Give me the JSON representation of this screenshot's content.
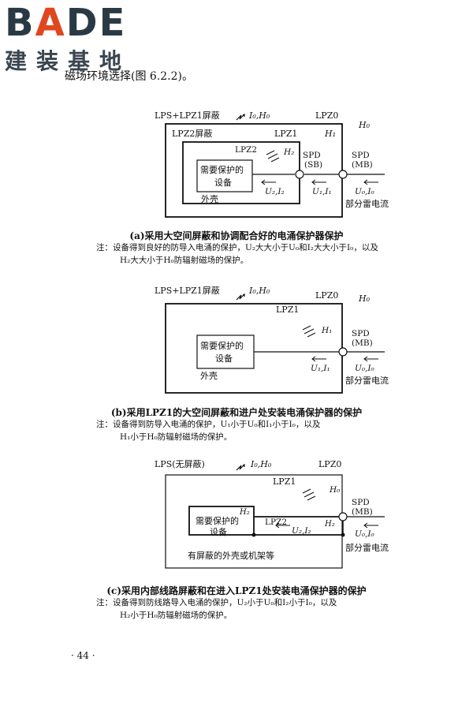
{
  "logo": {
    "word_pre": "B",
    "word_a": "A",
    "word_post": "DE",
    "sub": "建装基地"
  },
  "intro": "磁场环境选择(图 6.2.2)。",
  "fig_a": {
    "lps": "LPS+LPZ1屏蔽",
    "i0h0": "I₀,H₀",
    "lpz0": "LPZ0",
    "h0": "H₀",
    "lpz2_shield": "LPZ2屏蔽",
    "lpz1": "LPZ1",
    "h1": "H₁",
    "lpz2": "LPZ2",
    "h2": "H₂",
    "equip1": "需要保护的",
    "equip2": "设备",
    "spd_sb1": "SPD",
    "spd_sb2": "(SB)",
    "spd_mb1": "SPD",
    "spd_mb2": "(MB)",
    "u2i2": "U₂,I₂",
    "u1i1": "U₁,I₁",
    "u0i0": "U₀,I₀",
    "partial": "部分雷电流",
    "housing": "外壳",
    "caption": "(a)采用大空间屏蔽和协调配合好的电涌保护器保护",
    "note1": "注：设备得到良好的防导入电涌的保护，U₂大大小于U₀和I₂大大小于I₀，以及",
    "note2": "H₂大大小于H₀防辐射磁场的保护。"
  },
  "fig_b": {
    "lps": "LPS+LPZ1屏蔽",
    "i0h0": "I₀,H₀",
    "lpz0": "LPZ0",
    "h0": "H₀",
    "lpz1": "LPZ1",
    "h1": "H₁",
    "equip1": "需要保护的",
    "equip2": "设备",
    "spd1": "SPD",
    "spd2": "(MB)",
    "u1i1": "U₁,I₁",
    "u0i0": "U₀,I₀",
    "partial": "部分雷电流",
    "housing": "外壳",
    "caption": "(b)采用LPZ1的大空间屏蔽和进户处安装电涌保护器的保护",
    "note1": "注：设备得到防导入电涌的保护，U₁小于U₀和I₁小于I₀，以及",
    "note2": "H₁小于H₀防辐射磁场的保护。"
  },
  "fig_c": {
    "lps": "LPS(无屏蔽)",
    "i0h0": "I₀,H₀",
    "lpz0": "LPZ0",
    "lpz1": "LPZ1",
    "h0": "H₀",
    "h2a": "H₂",
    "equip1": "需要保护的",
    "equip2": "设备",
    "lpz2": "LPZ2",
    "h2b": "H₂",
    "spd1": "SPD",
    "spd2": "(MB)",
    "u2i2": "U₂,I₂",
    "u0i0": "U₀,I₀",
    "partial": "部分雷电流",
    "housing": "有屏蔽的外壳或机架等",
    "caption": "(c)采用内部线路屏蔽和在进入LPZ1处安装电涌保护器的保护",
    "note1": "注：设备得到防线路导入电涌的保护，U₂小于U₀和I₂小于I₀，以及",
    "note2": "H₂小于H₀防辐射磁场的保护。"
  },
  "page_number": "· 44 ·"
}
